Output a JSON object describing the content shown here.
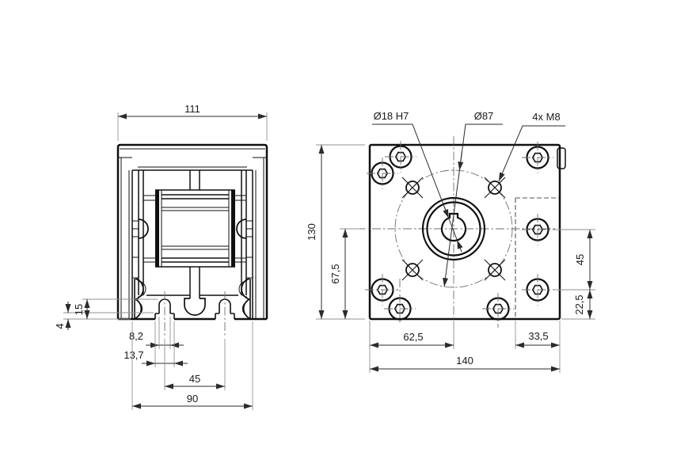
{
  "drawing": {
    "title": "two-view technical drawing of gearbox mounting housing",
    "views": {
      "left": "side section view",
      "right": "front mounting face view"
    },
    "dims": {
      "d111": "111",
      "d15": "15",
      "d4": "4",
      "d8_2": "8,2",
      "d13_7": "13,7",
      "d45_slots": "45",
      "d90": "90",
      "d130": "130",
      "d67_5": "67,5",
      "d62_5": "62,5",
      "d33_5": "33,5",
      "d140": "140",
      "d45_holes": "45",
      "d22_5": "22,5"
    },
    "labels": {
      "bore": "Ø18 H7",
      "bolt_circle": "Ø87",
      "tapped": "4x M8"
    },
    "colors": {
      "line": "#111111",
      "dimension": "#2b2b2b",
      "extension": "#929292",
      "centerline": "#6f6f6f",
      "hidden": "#565656",
      "background": "#ffffff"
    }
  }
}
